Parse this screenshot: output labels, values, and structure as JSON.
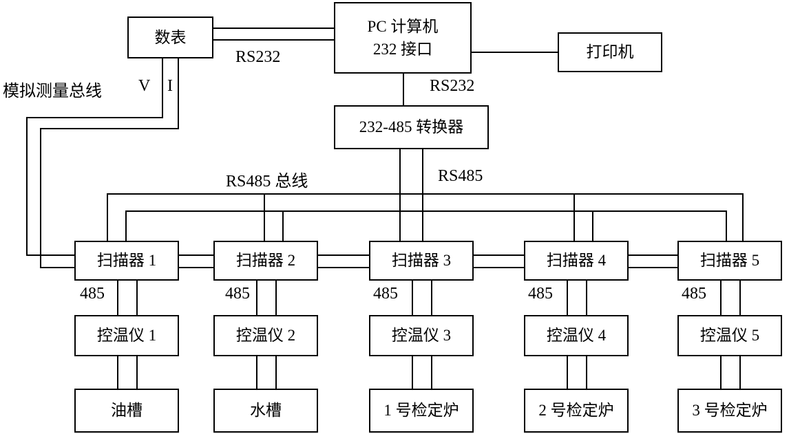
{
  "nodes": {
    "meter": "数表",
    "pc": {
      "line1": "PC 计算机",
      "line2": "232 接口"
    },
    "printer": "打印机",
    "converter": "232-485 转换器",
    "scanners": [
      "扫描器 1",
      "扫描器 2",
      "扫描器 3",
      "扫描器 4",
      "扫描器 5"
    ],
    "controllers": [
      "控温仪 1",
      "控温仪 2",
      "控温仪 3",
      "控温仪 4",
      "控温仪 5"
    ],
    "loads": [
      "油槽",
      "水槽",
      "1 号检定炉",
      "2 号检定炉",
      "3 号检定炉"
    ]
  },
  "labels": {
    "rs232_meter_pc": "RS232",
    "rs232_pc_converter": "RS232",
    "rs485_bus": "RS485 总线",
    "rs485_drop": "RS485",
    "analog_bus": "模拟测量总线",
    "v": "V",
    "i": "I",
    "link_485": "485"
  },
  "colors": {
    "line": "#000000",
    "background": "#ffffff"
  }
}
